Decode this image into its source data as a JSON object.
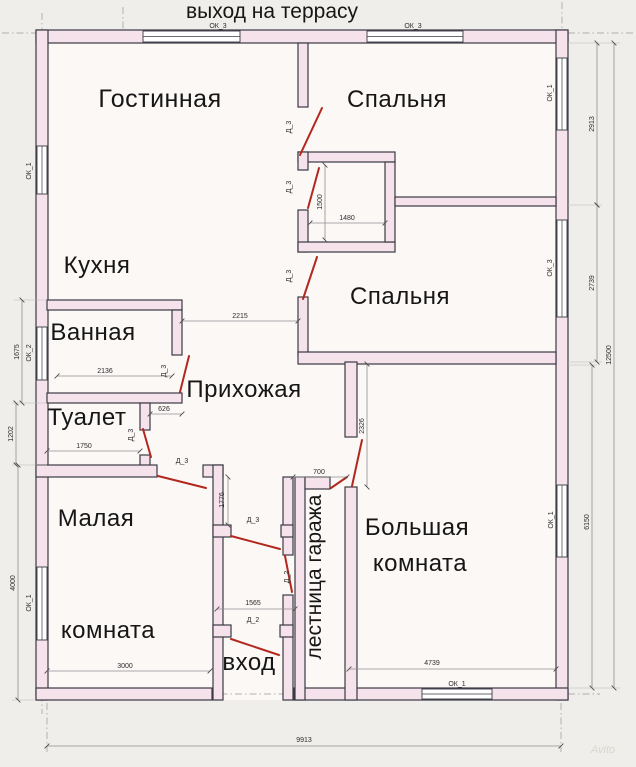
{
  "title": "выход на террасу",
  "rooms": {
    "living": "Гостинная",
    "bedroom_top": "Спальня",
    "bedroom_mid": "Спальня",
    "kitchen": "Кухня",
    "bath": "Ванная",
    "toilet": "Туалет",
    "hall": "Прихожая",
    "small_room_line1": "Малая",
    "small_room_line2": "комната",
    "big_room_line1": "Большая",
    "big_room_line2": "комната",
    "entrance": "вход",
    "garage_stairs": "лестница гаража"
  },
  "windows": {
    "ok1": "ОК_1",
    "ok2": "ОК_2",
    "ok3": "ОК_3"
  },
  "doors": {
    "d2": "Д_2",
    "d3": "Д_3"
  },
  "dims": {
    "total_width": "9913",
    "total_height": "12500",
    "right_top": "2913",
    "right_mid": "2739",
    "right_bottom": "6150",
    "left_bath": "1675",
    "left_toilet": "1202",
    "left_small_room": "4000",
    "bath_width": "2136",
    "toilet_width": "1750",
    "toilet_door_offset": "626",
    "hall_width": "2215",
    "closet_width": "1480",
    "closet_height": "1500",
    "big_room_door_wall": "2326",
    "stairs_opening": "700",
    "vestibule_height": "1776",
    "vestibule_width": "1565",
    "small_room_width": "3000",
    "big_room_width": "4739"
  },
  "watermark": "Avito",
  "colors": {
    "wall_fill": "#f5e2ea",
    "wall_line": "#3a3a44",
    "door_swing": "#b3281e",
    "dim_line": "#8f8f8f",
    "floor": "#fbf8f6"
  }
}
